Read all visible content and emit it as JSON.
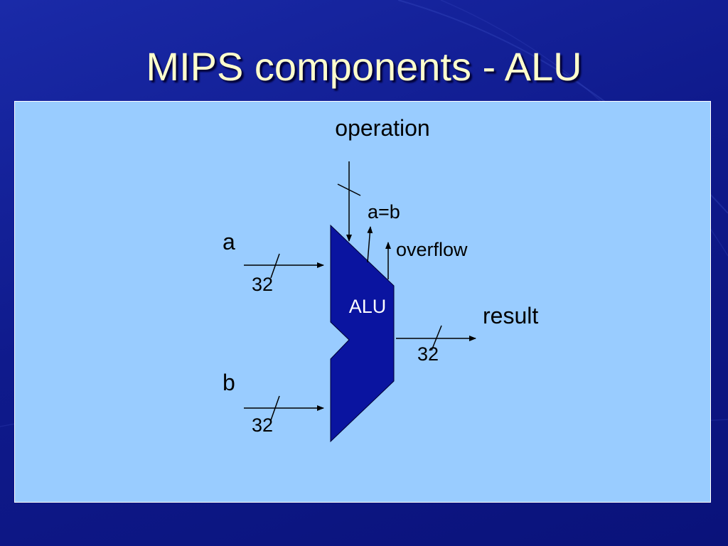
{
  "slide": {
    "title": "MIPS components - ALU"
  },
  "diagram": {
    "operation_label": "operation",
    "input_a_label": "a",
    "input_a_width": "32",
    "input_b_label": "b",
    "input_b_width": "32",
    "alu_label": "ALU",
    "equal_flag_label": "a=b",
    "overflow_label": "overflow",
    "result_label": "result",
    "result_width": "32"
  },
  "colors": {
    "background": "#0f1a8c",
    "panel": "#99ccff",
    "alu_fill": "#0a14a0",
    "title_text": "#ffffcc"
  }
}
